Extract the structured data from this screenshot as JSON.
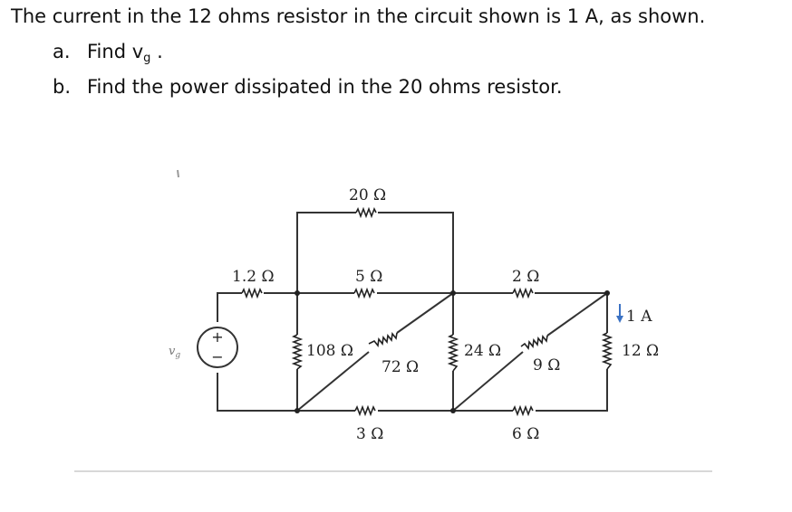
{
  "problem": {
    "intro": "The current in the 12 ohms resistor in the circuit shown is 1 A, as shown.",
    "items": [
      {
        "marker": "a.",
        "text": "Find v",
        "sub": "g",
        "after": " ."
      },
      {
        "marker": "b.",
        "text": "Find the power dissipated in the 20 ohms resistor."
      }
    ]
  },
  "circuit": {
    "source": {
      "label": "v",
      "sub": "g",
      "plus": "+",
      "minus": "−"
    },
    "resistors": {
      "r20": "20 Ω",
      "r1_2": "1.2 Ω",
      "r5": "5 Ω",
      "r2": "2 Ω",
      "r108": "108 Ω",
      "r72": "72 Ω",
      "r24": "24 Ω",
      "r9": "9 Ω",
      "r12": "12 Ω",
      "r3": "3 Ω",
      "r6": "6 Ω"
    },
    "current_label": "1 A"
  }
}
